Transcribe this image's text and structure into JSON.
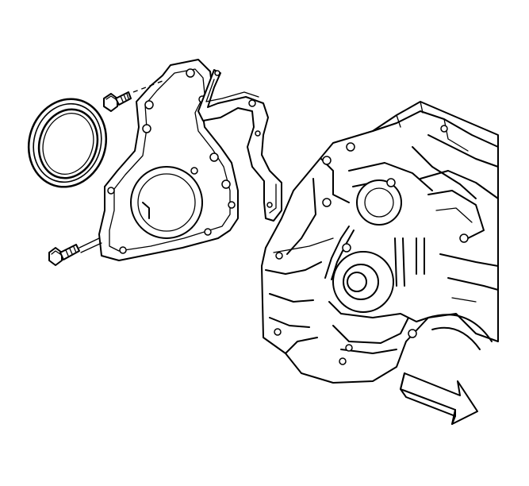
{
  "diagram": {
    "components": [
      {
        "id": "rear-main-seal",
        "icon": "seal-ring-icon"
      },
      {
        "id": "upper-bolt",
        "icon": "bolt-icon"
      },
      {
        "id": "lower-bolt",
        "icon": "bolt-icon"
      },
      {
        "id": "rear-cover",
        "icon": "cover-plate-icon"
      },
      {
        "id": "cover-gasket",
        "icon": "gasket-icon"
      },
      {
        "id": "engine-block",
        "icon": "engine-block-icon"
      },
      {
        "id": "front-indicator",
        "icon": "direction-arrow-icon"
      }
    ],
    "colors": {
      "line": "#000000",
      "fill": "#ffffff"
    }
  }
}
